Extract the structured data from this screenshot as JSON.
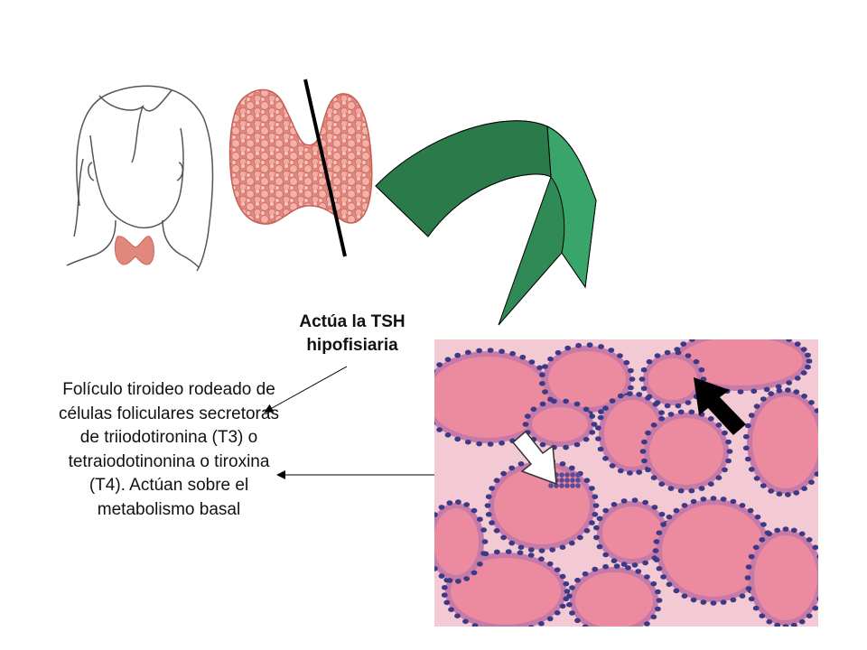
{
  "labels": {
    "tsh_line1": "Actúa la TSH",
    "tsh_line2": "hipofisiaria",
    "follicle_description": "Folículo tiroideo rodeado de células foliculares secretoras de triiodotironina (T3) o tetraiodotinonina o tiroxina (T4). Actúan sobre el metabolismo basal"
  },
  "icons": {
    "head": "head-outline-icon",
    "thyroid": "thyroid-gland-icon",
    "curved_arrow": "curved-arrow-icon",
    "micrograph": "thyroid-histology-image"
  },
  "colors": {
    "thyroid_fill": "#e2877d",
    "thyroid_light": "#f4c0b8",
    "arrow_dark": "#2a7a4a",
    "arrow_light": "#3a9e62",
    "colloid": "#ec8aa0",
    "tissue_bg": "#f3c9d4",
    "nucleus": "#3c3a86"
  }
}
